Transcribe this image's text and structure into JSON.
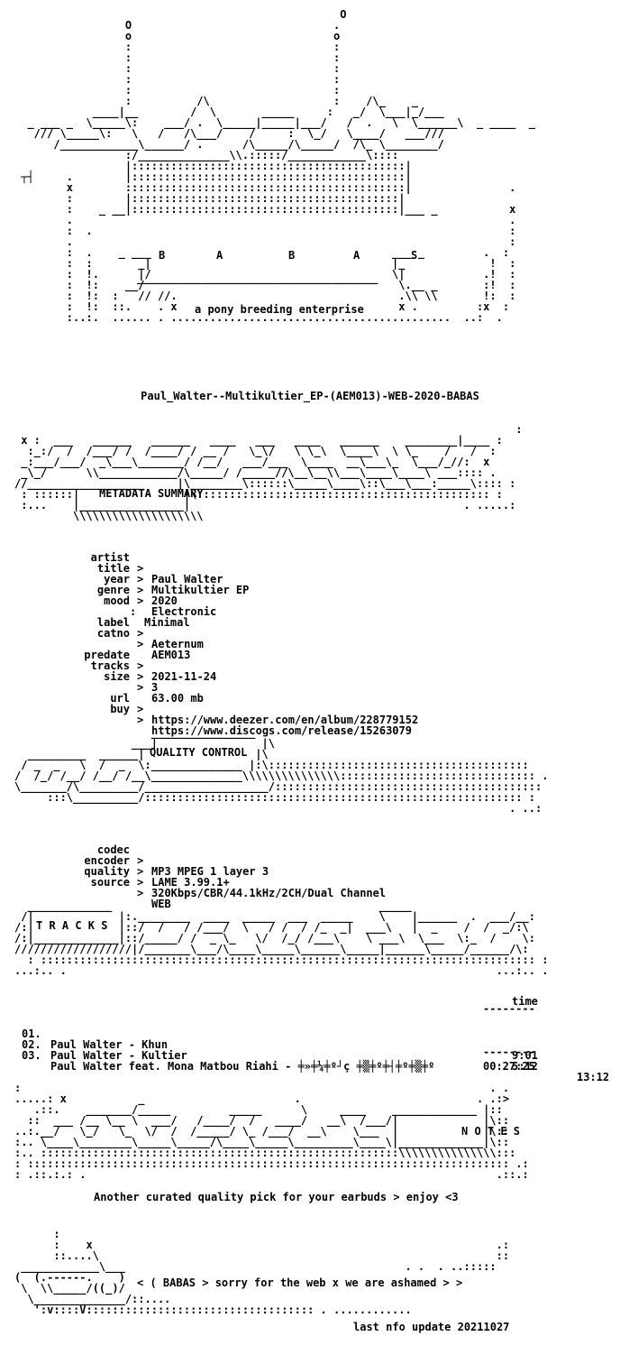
{
  "header": {
    "letters": [
      "B",
      "A",
      "B",
      "A",
      "S"
    ],
    "tagline": "a pony breeding enterprise",
    "release_name": "Paul_Walter--Multikultier_EP-(AEM013)-WEB-2020-BABAS"
  },
  "metadata": {
    "section_title": "METADATA SUMMARY",
    "rows": [
      {
        "key": "artist",
        "sep": ">",
        "value": "Paul Walter"
      },
      {
        "key": "title",
        "sep": ">",
        "value": "Multikultier EP"
      },
      {
        "key": "year",
        "sep": ">",
        "value": "2020"
      },
      {
        "key": "genre",
        "sep": ">",
        "value": "Electronic"
      },
      {
        "key": "mood",
        "sep": ":",
        "value": "Minimal"
      },
      {
        "key": "label",
        "sep": ">",
        "value": "Aeternum"
      },
      {
        "key": "catno",
        "sep": ">",
        "value": "AEM013"
      },
      {
        "key": "predate",
        "sep": ">",
        "value": "2021-11-24"
      },
      {
        "key": "tracks",
        "sep": ">",
        "value": "3"
      },
      {
        "key": "size",
        "sep": ">",
        "value": "63.00 mb"
      },
      {
        "key": "url",
        "sep": ">",
        "value": "https://www.deezer.com/en/album/228779152"
      },
      {
        "key": "buy",
        "sep": ">",
        "value": "https://www.discogs.com/release/15263079"
      }
    ]
  },
  "quality": {
    "section_title": "QUALITY CONTROL",
    "rows": [
      {
        "key": "codec",
        "value": "MP3 MPEG 1 layer 3"
      },
      {
        "key": "encoder",
        "value": "LAME 3.99.1+"
      },
      {
        "key": "quality",
        "value": "320Kbps/CBR/44.1kHz/2CH/Dual Channel"
      },
      {
        "key": "source",
        "value": "WEB"
      }
    ]
  },
  "tracks": {
    "section_title": "T R A C K S",
    "time_header": "time",
    "items": [
      {
        "num": "01.",
        "title": "Paul Walter - Khun",
        "time": "9:01"
      },
      {
        "num": "02.",
        "title": "Paul Walter - Kultier",
        "time": "5:12"
      },
      {
        "num": "03.",
        "title": "Paul Walter feat. Mona Matbou Riahi - ╪»╪¼╪º┘ç ╪▒╪º╪┤╪º╪▒╪º",
        "time": "13:12"
      }
    ],
    "total": "00:27:25"
  },
  "notes": {
    "section_title": "N O T E S",
    "text": "Another curated quality pick for your earbuds > enjoy <3"
  },
  "footer": {
    "message": "< ( BABAS > sorry for the web x we are ashamed > >",
    "last_update": "last nfo update 20211027"
  }
}
